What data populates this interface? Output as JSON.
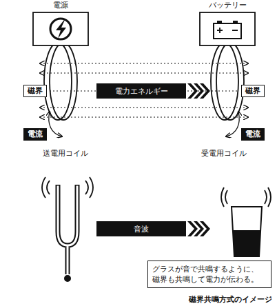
{
  "diagram": {
    "caption": "磁界共鳴方式のイメージ",
    "nodes": [
      {
        "text": [
          "電源"
        ]
      },
      {
        "text": [
          "バッテリー"
        ]
      },
      {
        "text": [
          "磁界"
        ]
      },
      {
        "text": [
          "電力エネルギー"
        ]
      },
      {
        "text": [
          "磁界"
        ]
      },
      {
        "text": [
          "電流"
        ]
      },
      {
        "text": [
          "電流"
        ]
      },
      {
        "text": [
          "音波"
        ]
      },
      {
        "text": [
          "グラスが音で共鳴するように、 磁界も共鳴して電力が伝わる。"
        ]
      }
    ],
    "labels": [
      "送電用コイル",
      "受電用コイル"
    ]
  }
}
